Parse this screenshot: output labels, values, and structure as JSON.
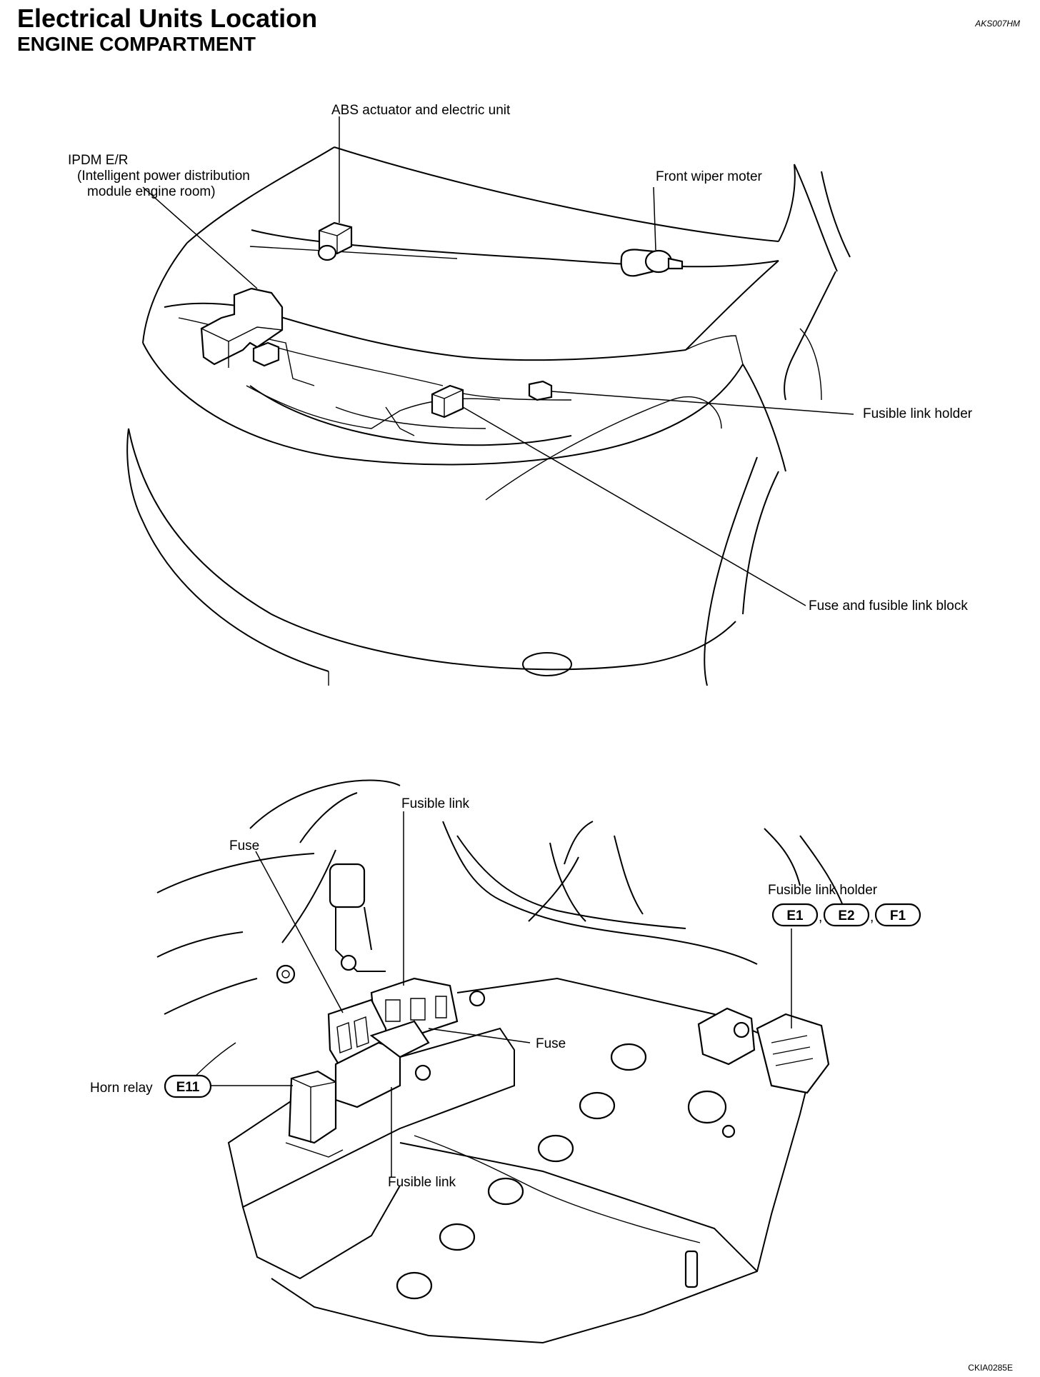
{
  "header": {
    "title": "Electrical Units Location",
    "subtitle": "ENGINE COMPARTMENT",
    "doc_code": "AKS007HM"
  },
  "figure_code": "CKIA0285E",
  "top_diagram": {
    "labels": {
      "abs": "ABS actuator and electric unit",
      "ipdm_1": "IPDM E/R",
      "ipdm_2": "(Intelligent power distribution",
      "ipdm_3": "module engine room)",
      "wiper": "Front wiper moter",
      "fusible_link_holder": "Fusible link holder",
      "fuse_block": "Fuse and fusible link block"
    }
  },
  "bottom_diagram": {
    "labels": {
      "fusible_link_top": "Fusible link",
      "fuse_left": "Fuse",
      "fusible_link_holder": "Fusible link holder",
      "fuse_right": "Fuse",
      "horn_relay": "Horn relay",
      "fusible_link_bottom": "Fusible link"
    },
    "connectors": {
      "e1": "E1",
      "e2": "E2",
      "f1": "F1",
      "e11": "E11"
    }
  }
}
